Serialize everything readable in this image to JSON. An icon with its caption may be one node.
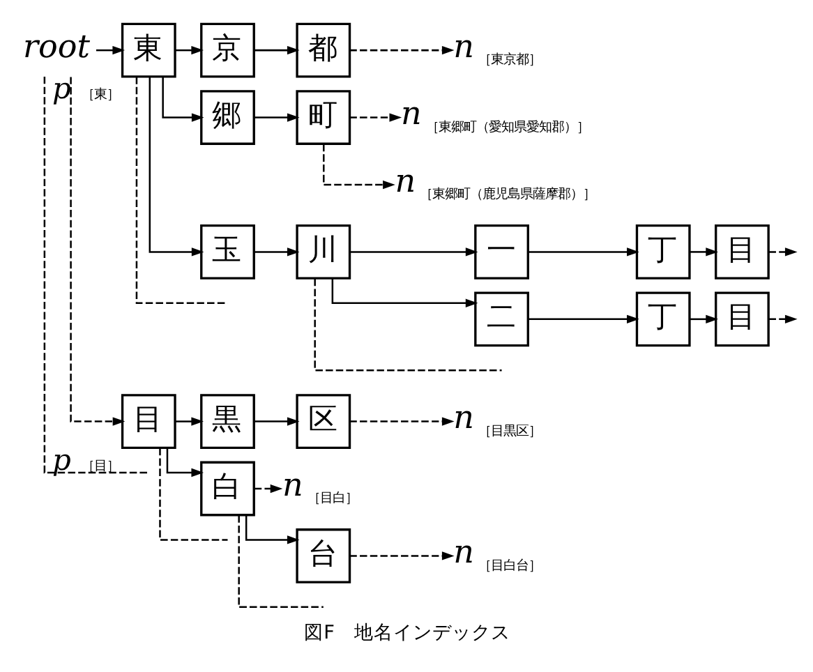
{
  "diagram": {
    "caption": "図F　地名インデックス",
    "nodes": [
      {
        "text": [
          "root"
        ]
      },
      {
        "text": [
          "東"
        ],
        "beside": [
          "p",
          "［東］"
        ]
      },
      {
        "text": [
          "京"
        ]
      },
      {
        "text": [
          "都"
        ]
      },
      {
        "text": [
          "n"
        ],
        "beside": [
          "［東京都］"
        ]
      },
      {
        "text": [
          "郷"
        ]
      },
      {
        "text": [
          "町"
        ]
      },
      {
        "text": [
          "n"
        ],
        "beside": [
          "［東郷町（愛知県愛知郡）］"
        ]
      },
      {
        "text": [
          "n"
        ],
        "beside": [
          "［東郷町（鹿児島県薩摩郡）］"
        ]
      },
      {
        "text": [
          "玉"
        ]
      },
      {
        "text": [
          "川"
        ]
      },
      {
        "text": [
          "一"
        ]
      },
      {
        "text": [
          "丁"
        ]
      },
      {
        "text": [
          "目"
        ]
      },
      {
        "text": [
          "二"
        ]
      },
      {
        "text": [
          "丁"
        ]
      },
      {
        "text": [
          "目"
        ]
      },
      {
        "text": [
          "目"
        ],
        "beside": [
          "p",
          "［目］"
        ]
      },
      {
        "text": [
          "黒"
        ]
      },
      {
        "text": [
          "区"
        ]
      },
      {
        "text": [
          "n"
        ],
        "beside": [
          "［目黒区］"
        ]
      },
      {
        "text": [
          "白"
        ]
      },
      {
        "text": [
          "n"
        ],
        "beside": [
          "［目白］"
        ]
      },
      {
        "text": [
          "台"
        ]
      },
      {
        "text": [
          "n"
        ],
        "beside": [
          "［目白台］"
        ]
      }
    ],
    "edges": [
      {
        "from": 0,
        "to": 1,
        "arrow": "to"
      },
      {
        "from": 0,
        "to": 17,
        "arrow": "to",
        "style": "dashed"
      },
      {
        "from": 0,
        "to": null,
        "arrow": "none",
        "style": "dashed"
      },
      {
        "from": 1,
        "to": 2,
        "arrow": "to"
      },
      {
        "from": 1,
        "to": 5,
        "arrow": "to"
      },
      {
        "from": 1,
        "to": 9,
        "arrow": "to"
      },
      {
        "from": 1,
        "to": null,
        "arrow": "none",
        "style": "dashed"
      },
      {
        "from": 2,
        "to": 3,
        "arrow": "to"
      },
      {
        "from": 3,
        "to": 4,
        "arrow": "to",
        "style": "dashed"
      },
      {
        "from": 5,
        "to": 6,
        "arrow": "to"
      },
      {
        "from": 6,
        "to": 7,
        "arrow": "to",
        "style": "dashed"
      },
      {
        "from": 6,
        "to": 8,
        "arrow": "to",
        "style": "dashed"
      },
      {
        "from": 9,
        "to": 10,
        "arrow": "to"
      },
      {
        "from": 10,
        "to": 11,
        "arrow": "to"
      },
      {
        "from": 10,
        "to": 14,
        "arrow": "to"
      },
      {
        "from": 10,
        "to": null,
        "arrow": "none",
        "style": "dashed"
      },
      {
        "from": 11,
        "to": 12,
        "arrow": "to"
      },
      {
        "from": 12,
        "to": 13,
        "arrow": "to"
      },
      {
        "from": 13,
        "to": null,
        "arrow": "to",
        "style": "dashed"
      },
      {
        "from": 14,
        "to": 15,
        "arrow": "to"
      },
      {
        "from": 15,
        "to": 16,
        "arrow": "to"
      },
      {
        "from": 16,
        "to": null,
        "arrow": "to",
        "style": "dashed"
      },
      {
        "from": 17,
        "to": 18,
        "arrow": "to"
      },
      {
        "from": 17,
        "to": 21,
        "arrow": "to"
      },
      {
        "from": 17,
        "to": null,
        "arrow": "none",
        "style": "dashed"
      },
      {
        "from": 18,
        "to": 19,
        "arrow": "to"
      },
      {
        "from": 19,
        "to": 20,
        "arrow": "to",
        "style": "dashed"
      },
      {
        "from": 21,
        "to": 22,
        "arrow": "to",
        "style": "dashed"
      },
      {
        "from": 21,
        "to": 23,
        "arrow": "to"
      },
      {
        "from": 21,
        "to": null,
        "arrow": "none",
        "style": "dashed"
      },
      {
        "from": 23,
        "to": 24,
        "arrow": "to",
        "style": "dashed"
      }
    ]
  }
}
